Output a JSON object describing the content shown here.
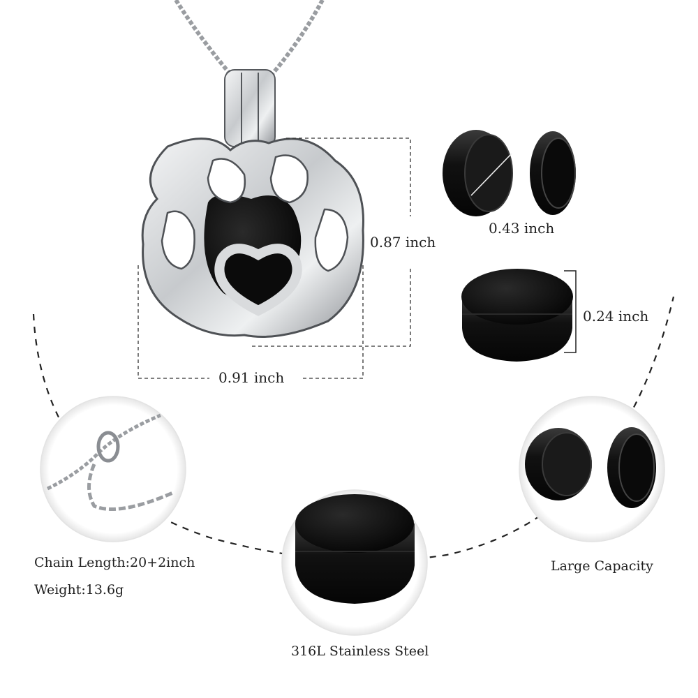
{
  "dimensions": {
    "height": "0.87 inch",
    "width": "0.91 inch",
    "diameter": "0.43 inch",
    "thickness": "0.24 inch"
  },
  "features": {
    "chain_length": "Chain Length:20+2inch",
    "weight": "Weight:13.6g",
    "material": "316L Stainless Steel",
    "capacity": "Large Capacity"
  },
  "colors": {
    "steel": "#c9ccd0",
    "steel_dark": "#6e7176",
    "black_finish": "#0d0d0d",
    "guide_line": "#333333",
    "circle_border": "#e3e3e3"
  }
}
